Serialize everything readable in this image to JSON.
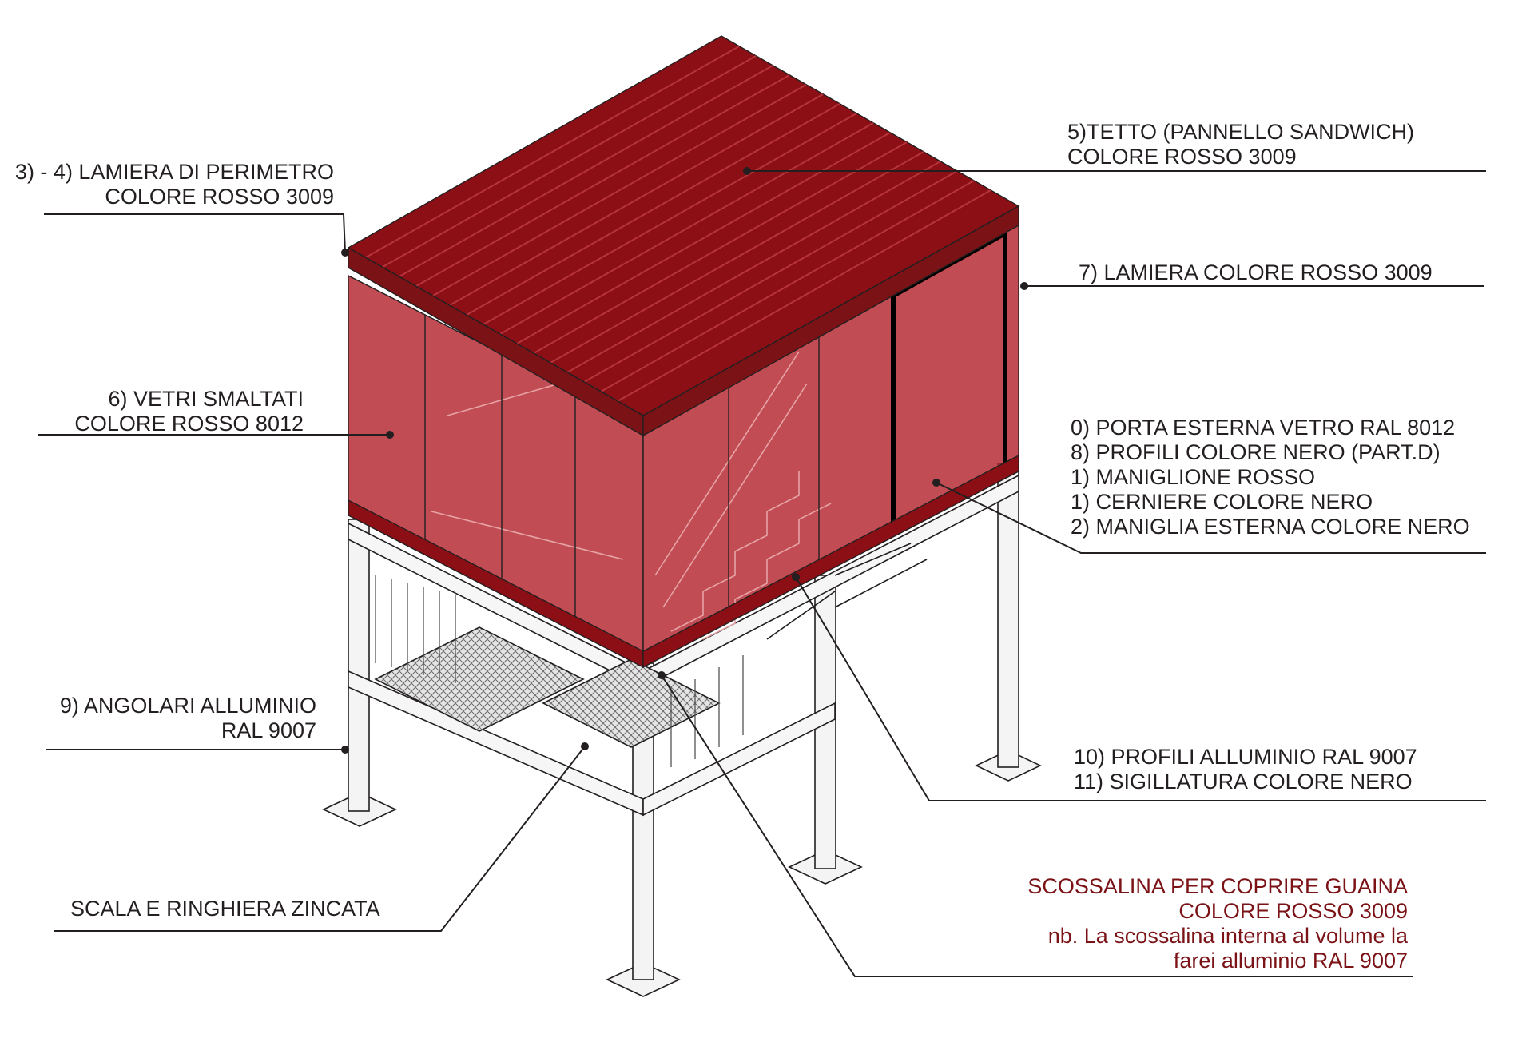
{
  "colors": {
    "roof": "#8b0f15",
    "glass": "#b5252d",
    "steel": "#f2f2f2",
    "line": "#231f20",
    "note": "#7a1216"
  },
  "labels": {
    "perimetro": {
      "line1": "3) - 4) LAMIERA DI PERIMETRO",
      "line2": "COLORE ROSSO 3009"
    },
    "tetto": {
      "line1": "5)TETTO (PANNELLO SANDWICH)",
      "line2": "COLORE ROSSO 3009"
    },
    "lamiera": {
      "line1": "7) LAMIERA COLORE ROSSO 3009"
    },
    "vetri": {
      "line1": "6) VETRI  SMALTATI",
      "line2": "COLORE ROSSO 8012"
    },
    "porta": {
      "line1": "0) PORTA ESTERNA VETRO RAL 8012",
      "line2": "8) PROFILI COLORE NERO (PART.D)",
      "line3": "1) MANIGLIONE ROSSO",
      "line4": "1) CERNIERE COLORE NERO",
      "line5": "2) MANIGLIA ESTERNA COLORE NERO"
    },
    "angolari": {
      "line1": "9) ANGOLARI ALLUMINIO",
      "line2": "RAL 9007"
    },
    "profili": {
      "line1": "10) PROFILI ALLUMINIO RAL 9007",
      "line2": "11) SIGILLATURA COLORE NERO"
    },
    "scala": {
      "line1": "SCALA E RINGHIERA ZINCATA"
    },
    "scossalina": {
      "line1": "SCOSSALINA PER COPRIRE GUAINA",
      "line2": "COLORE ROSSO 3009",
      "line3": "nb. La scossalina interna al volume la",
      "line4": "farei alluminio RAL 9007"
    }
  }
}
